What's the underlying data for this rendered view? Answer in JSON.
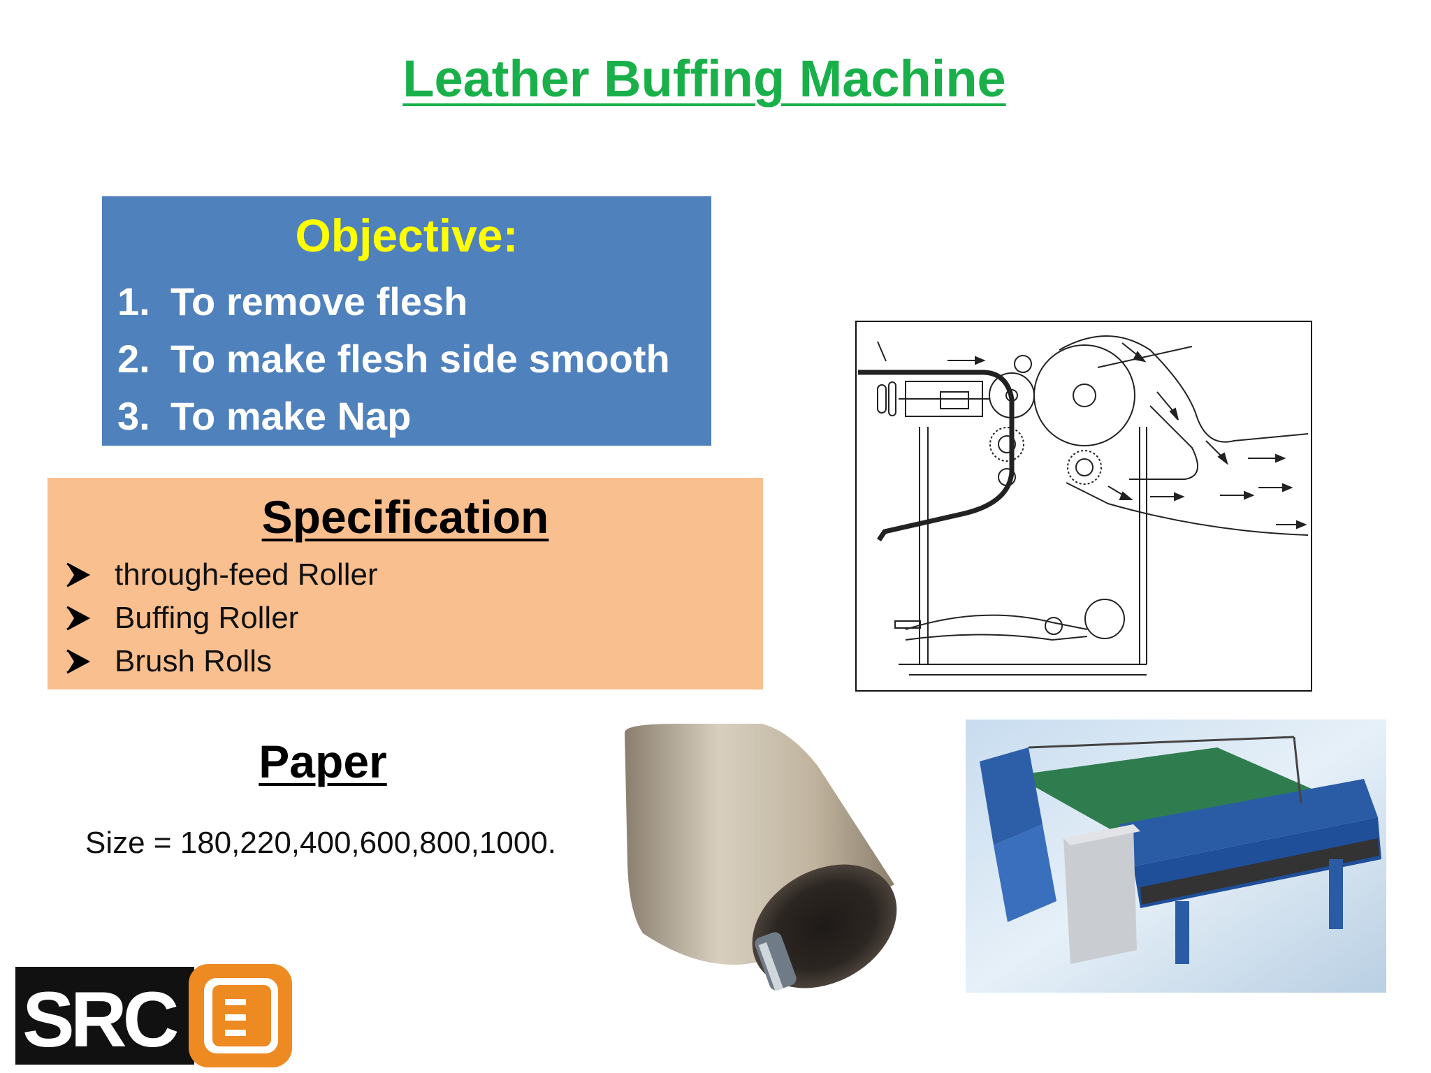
{
  "title": "Leather Buffing Machine",
  "objective": {
    "heading": "Objective:",
    "items": [
      {
        "num": "1.",
        "text": "To  remove flesh"
      },
      {
        "num": "2.",
        "text": "To make flesh side smooth"
      },
      {
        "num": "3.",
        "text": "To make Nap"
      }
    ]
  },
  "specification": {
    "heading": "Specification",
    "items": [
      "through-feed Roller",
      "Buffing Roller",
      "Brush Rolls"
    ]
  },
  "paper": {
    "heading": "Paper",
    "size_text": "Size = 180,220,400,600,800,1000."
  },
  "logo": {
    "text": "SRC"
  },
  "colors": {
    "title": "#19b04a",
    "objective_bg": "#4f81bd",
    "objective_heading": "#ffff00",
    "spec_bg": "#f9bf8f"
  }
}
